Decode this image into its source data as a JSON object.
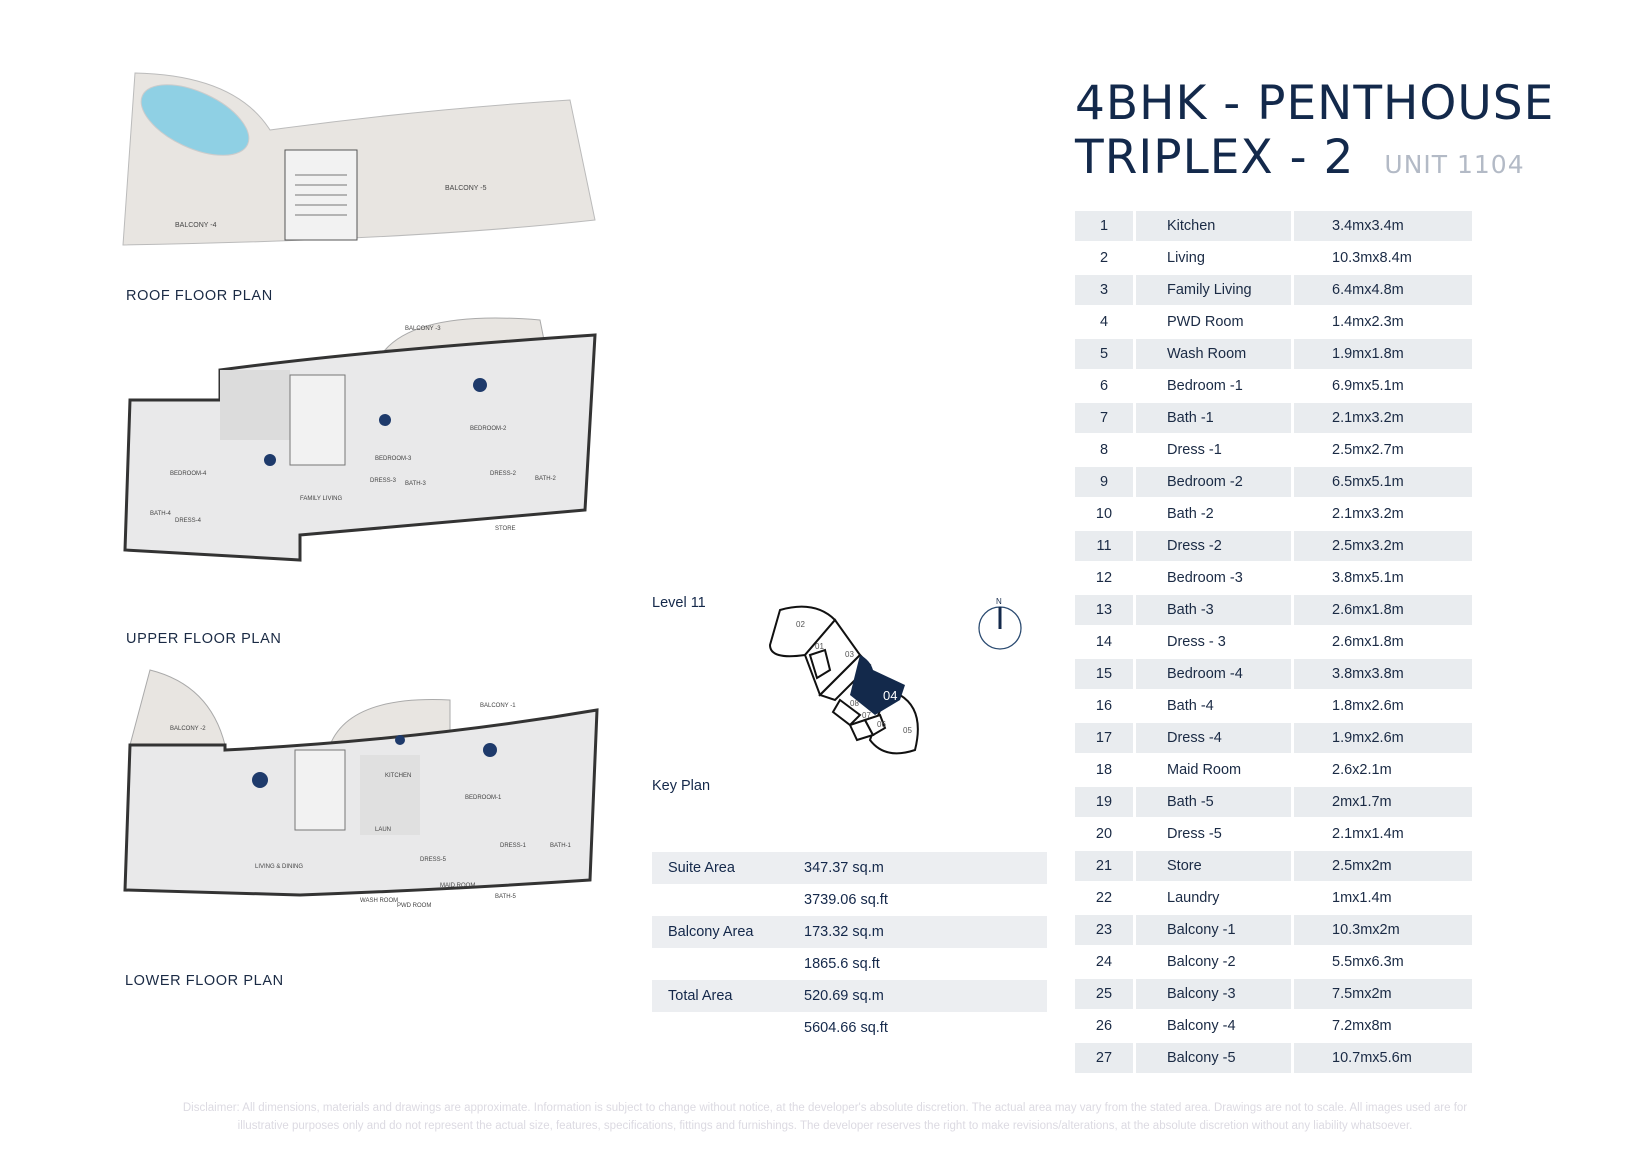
{
  "title": {
    "line1": "4BHK - PENTHOUSE",
    "line2": "TRIPLEX - 2",
    "unit": "UNIT 1104"
  },
  "plans": {
    "roof": {
      "label": "ROOF FLOOR PLAN",
      "rooms": [
        "BALCONY -4",
        "BALCONY -5"
      ]
    },
    "upper": {
      "label": "UPPER FLOOR PLAN",
      "rooms": [
        "BALCONY -3",
        "BEDROOM-2",
        "BEDROOM-3",
        "BEDROOM-4",
        "FAMILY LIVING",
        "BATH-2",
        "BATH-3",
        "BATH-4",
        "DRESS-2",
        "DRESS-3",
        "DRESS-4",
        "STORE"
      ]
    },
    "lower": {
      "label": "LOWER FLOOR PLAN",
      "rooms": [
        "BALCONY -1",
        "BALCONY -2",
        "KITCHEN",
        "BEDROOM-1",
        "LIVING & DINING",
        "LAUN",
        "DRESS-1",
        "DRESS-5",
        "MAID ROOM",
        "WASH ROOM",
        "PWD ROOM",
        "BATH-1",
        "BATH-5"
      ]
    }
  },
  "key_plan": {
    "level": "Level  11",
    "label": "Key Plan",
    "north": "N",
    "units": [
      "01",
      "02",
      "03",
      "04",
      "05",
      "06",
      "07",
      "08"
    ],
    "selected": "04",
    "accent": "#13294b"
  },
  "areas": [
    {
      "label": "Suite Area",
      "value": "347.37 sq.m"
    },
    {
      "label": "",
      "value": "3739.06 sq.ft"
    },
    {
      "label": "Balcony Area",
      "value": "173.32 sq.m"
    },
    {
      "label": "",
      "value": "1865.6 sq.ft"
    },
    {
      "label": "Total Area",
      "value": "520.69 sq.m"
    },
    {
      "label": "",
      "value": "5604.66 sq.ft"
    }
  ],
  "rooms": [
    [
      "1",
      "Kitchen",
      "3.4mx3.4m"
    ],
    [
      "2",
      "Living",
      "10.3mx8.4m"
    ],
    [
      "3",
      "Family Living",
      "6.4mx4.8m"
    ],
    [
      "4",
      "PWD Room",
      "1.4mx2.3m"
    ],
    [
      "5",
      "Wash Room",
      "1.9mx1.8m"
    ],
    [
      "6",
      "Bedroom -1",
      "6.9mx5.1m"
    ],
    [
      "7",
      "Bath -1",
      "2.1mx3.2m"
    ],
    [
      "8",
      "Dress -1",
      "2.5mx2.7m"
    ],
    [
      "9",
      "Bedroom -2",
      "6.5mx5.1m"
    ],
    [
      "10",
      "Bath -2",
      "2.1mx3.2m"
    ],
    [
      "11",
      "Dress -2",
      "2.5mx3.2m"
    ],
    [
      "12",
      "Bedroom -3",
      "3.8mx5.1m"
    ],
    [
      "13",
      "Bath -3",
      "2.6mx1.8m"
    ],
    [
      "14",
      "Dress - 3",
      "2.6mx1.8m"
    ],
    [
      "15",
      "Bedroom -4",
      "3.8mx3.8m"
    ],
    [
      "16",
      "Bath -4",
      "1.8mx2.6m"
    ],
    [
      "17",
      "Dress -4",
      "1.9mx2.6m"
    ],
    [
      "18",
      "Maid Room",
      "2.6x2.1m"
    ],
    [
      "19",
      "Bath -5",
      "2mx1.7m"
    ],
    [
      "20",
      "Dress -5",
      "2.1mx1.4m"
    ],
    [
      "21",
      "Store",
      "2.5mx2m"
    ],
    [
      "22",
      "Laundry",
      "1mx1.4m"
    ],
    [
      "23",
      "Balcony -1",
      "10.3mx2m"
    ],
    [
      "24",
      "Balcony -2",
      "5.5mx6.3m"
    ],
    [
      "25",
      "Balcony -3",
      "7.5mx2m"
    ],
    [
      "26",
      "Balcony -4",
      "7.2mx8m"
    ],
    [
      "27",
      "Balcony -5",
      "10.7mx5.6m"
    ]
  ],
  "disclaimer": {
    "line1": "Disclaimer: All dimensions, materials and drawings are approximate. Information is subject to change without notice, at the developer's absolute discretion. The actual area may vary from the stated area. Drawings are not to scale. All images used are for",
    "line2": "illustrative purposes only and do not represent the actual size, features, specifications, fittings and furnishings. The developer reserves the right to make revisions/alterations, at the absolute discretion without any liability whatsoever."
  }
}
